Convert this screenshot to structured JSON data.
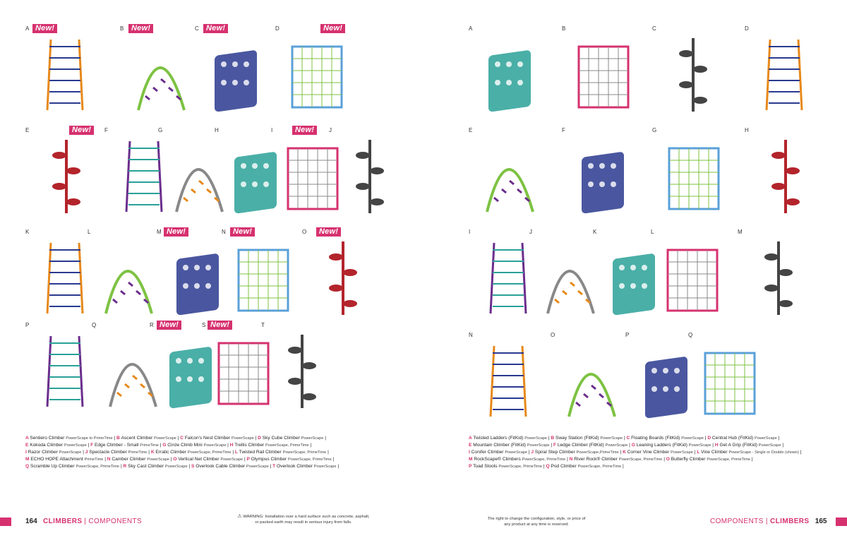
{
  "badge_text": "New!",
  "left": {
    "cells": [
      {
        "letter": "A",
        "new": true
      },
      {
        "letter": "B",
        "new": true
      },
      {
        "letter": "C",
        "new": true
      },
      {
        "letter": "D",
        "new": true
      },
      {
        "letter": "E",
        "new": true
      },
      {
        "letter": "F",
        "new": false
      },
      {
        "letter": "G",
        "new": false
      },
      {
        "letter": "H",
        "new": false
      },
      {
        "letter": "I",
        "new": true
      },
      {
        "letter": "J",
        "new": false
      },
      {
        "letter": "K",
        "new": false
      },
      {
        "letter": "L",
        "new": false
      },
      {
        "letter": "M",
        "new": true
      },
      {
        "letter": "N",
        "new": true
      },
      {
        "letter": "O",
        "new": true
      },
      {
        "letter": "P",
        "new": false
      },
      {
        "letter": "Q",
        "new": false
      },
      {
        "letter": "R",
        "new": true
      },
      {
        "letter": "S",
        "new": true
      },
      {
        "letter": "T",
        "new": false
      }
    ],
    "caption_lines": [
      [
        {
          "k": "A",
          "n": "Sentiero Climber",
          "s": "PowerScape to PrimeTime"
        },
        {
          "k": "B",
          "n": "Ascent Climber",
          "s": "PowerScape"
        },
        {
          "k": "C",
          "n": "Falcon's Nest Climber",
          "s": "PowerScape"
        },
        {
          "k": "D",
          "n": "Sky Cube Climber",
          "s": "PowerScape"
        }
      ],
      [
        {
          "k": "E",
          "n": "Kokoda Climber",
          "s": "PowerScape"
        },
        {
          "k": "F",
          "n": "Edge Climber - Small",
          "s": "PrimeTime"
        },
        {
          "k": "G",
          "n": "Circle Climb Mini",
          "s": "PowerScape"
        },
        {
          "k": "H",
          "n": "Trellis Climber",
          "s": "PowerScape, PrimeTime"
        }
      ],
      [
        {
          "k": "I",
          "n": "Razor Climber",
          "s": "PowerScape"
        },
        {
          "k": "J",
          "n": "Spectacle Climber",
          "s": "PrimeTime"
        },
        {
          "k": "K",
          "n": "Erratic Climber",
          "s": "PowerScape, PrimeTime"
        },
        {
          "k": "L",
          "n": "Twisted Rail Climber",
          "s": "PowerScape, PrimeTime"
        }
      ],
      [
        {
          "k": "M",
          "n": "ECHO HOPE Attachment",
          "s": "PrimeTime"
        },
        {
          "k": "N",
          "n": "Camber Climber",
          "s": "PowerScape"
        },
        {
          "k": "O",
          "n": "Vertical Net Climber",
          "s": "PowerScape"
        },
        {
          "k": "P",
          "n": "Olympus Climber",
          "s": "PowerScape, PrimeTime"
        }
      ],
      [
        {
          "k": "Q",
          "n": "Scramble Up Climber",
          "s": "PowerScape, PrimeTime"
        },
        {
          "k": "R",
          "n": "Sky Cast Climber",
          "s": "PowerScape"
        },
        {
          "k": "S",
          "n": "Overlook Cable Climber",
          "s": "PowerScape"
        },
        {
          "k": "T",
          "n": "Overlook Climber",
          "s": "PowerScape"
        }
      ]
    ],
    "page_number": "164",
    "section": "CLIMBERS",
    "subsection": "COMPONENTS",
    "warning_line1": "WARNING: Installation over a hard surface such as concrete, asphalt,",
    "warning_line2": "or packed earth may result in serious injury from falls."
  },
  "right": {
    "cells": [
      {
        "letter": "A"
      },
      {
        "letter": "B"
      },
      {
        "letter": "C"
      },
      {
        "letter": "D"
      },
      {
        "letter": "E"
      },
      {
        "letter": "F"
      },
      {
        "letter": "G"
      },
      {
        "letter": "H"
      },
      {
        "letter": "I"
      },
      {
        "letter": "J"
      },
      {
        "letter": "K"
      },
      {
        "letter": "L"
      },
      {
        "letter": "M"
      },
      {
        "letter": "N"
      },
      {
        "letter": "O"
      },
      {
        "letter": "P"
      },
      {
        "letter": "Q"
      }
    ],
    "caption_lines": [
      [
        {
          "k": "A",
          "n": "Twisted Ladders (FitKid)",
          "s": "PowerScape"
        },
        {
          "k": "B",
          "n": "Sway Station (FitKid)",
          "s": "PowerScape"
        },
        {
          "k": "C",
          "n": "Floating Boards (FitKid)",
          "s": "PowerScape"
        },
        {
          "k": "D",
          "n": "Central Hub (FitKid)",
          "s": "PowerScape"
        }
      ],
      [
        {
          "k": "E",
          "n": "Mountain Climber (FitKid)",
          "s": "PowerScape"
        },
        {
          "k": "F",
          "n": "Ledge Climber (FitKid)",
          "s": "PowerScape"
        },
        {
          "k": "G",
          "n": "Leaning Ladders (FitKid)",
          "s": "PowerScape"
        },
        {
          "k": "H",
          "n": "Get A Grip (FitKid)",
          "s": "PowerScape"
        }
      ],
      [
        {
          "k": "I",
          "n": "Conifer Climber",
          "s": "PowerScape"
        },
        {
          "k": "J",
          "n": "Spiral Step Climber",
          "s": "PowerScape,PrimeTime"
        },
        {
          "k": "K",
          "n": "Corner Vine Climber",
          "s": "PowerScape"
        },
        {
          "k": "L",
          "n": "Vine Climber",
          "s": "PowerScape - Single or Double (shown)"
        }
      ],
      [
        {
          "k": "M",
          "n": "RockScape® Climbers",
          "s": "PowerScape, PrimeTime"
        },
        {
          "k": "N",
          "n": "River Rock® Climber",
          "s": "PowerScape, PrimeTime"
        },
        {
          "k": "O",
          "n": "Butterfly Climber",
          "s": "PowerScape, PrimeTime"
        }
      ],
      [
        {
          "k": "P",
          "n": "Toad Stools",
          "s": "PowerScape, PrimeTime"
        },
        {
          "k": "Q",
          "n": "Pod Climber",
          "s": "PowerScape, PrimeTime"
        }
      ]
    ],
    "page_number": "165",
    "section": "CLIMBERS",
    "subsection": "COMPONENTS",
    "rights_line1": "The right to change the configuration, style, or price of",
    "rights_line2": "any product at any time is reserved."
  }
}
